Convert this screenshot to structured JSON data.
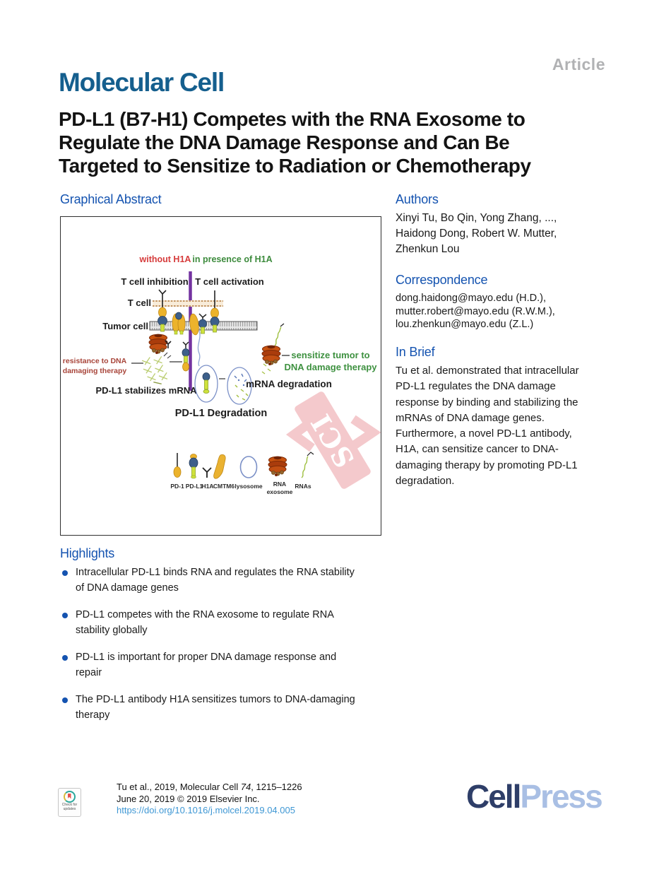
{
  "header": {
    "article_label": "Article",
    "journal_name": "Molecular Cell",
    "title_lines": [
      "PD-L1 (B7-H1) Competes with the RNA Exosome to",
      "Regulate the DNA Damage Response and Can Be",
      "Targeted to Sensitize to Radiation or Chemotherapy"
    ]
  },
  "graphical_abstract": {
    "heading": "Graphical Abstract",
    "figure": {
      "condition_left": "without H1A",
      "condition_right": "in presence of H1A",
      "outcome_left": "T cell inhibition",
      "outcome_right": "T cell activation",
      "t_cell_label": "T cell",
      "tumor_cell_label": "Tumor cell",
      "resistance_line1": "resistance to DNA",
      "resistance_line2": "damaging therapy",
      "stabilizes_label": "PD-L1 stabilizes mRNA",
      "degradation_label": "PD-L1 Degradation",
      "mrna_degradation_label": "mRNA degradation",
      "sensitize_line1": "sensitize tumor to",
      "sensitize_line2": "DNA damage therapy",
      "watermark": "SCI",
      "legend_labels": [
        "PD-1",
        "PD-L1",
        "H1A",
        "CMTM6",
        "lysosome",
        "RNA",
        "exosome",
        "RNAs"
      ]
    }
  },
  "authors_section": {
    "heading": "Authors",
    "lines": [
      "Xinyi Tu, Bo Qin, Yong Zhang, ...,",
      "Haidong Dong, Robert W. Mutter,",
      "Zhenkun Lou"
    ]
  },
  "correspondence_section": {
    "heading": "Correspondence",
    "lines": [
      "dong.haidong@mayo.edu (H.D.),",
      "mutter.robert@mayo.edu (R.W.M.),",
      "lou.zhenkun@mayo.edu (Z.L.)"
    ]
  },
  "in_brief_section": {
    "heading": "In Brief",
    "lines": [
      "Tu et al. demonstrated that intracellular",
      "PD-L1 regulates the DNA damage",
      "response by binding and stabilizing the",
      "mRNAs of DNA damage genes.",
      "Furthermore, a novel PD-L1 antibody,",
      "H1A, can sensitize cancer to DNA-",
      "damaging therapy by promoting PD-L1",
      "degradation."
    ]
  },
  "highlights_section": {
    "heading": "Highlights",
    "items": [
      [
        "Intracellular PD-L1 binds RNA and regulates the RNA stability",
        "of DNA damage genes"
      ],
      [
        "PD-L1 competes with the RNA exosome to regulate RNA",
        "stability globally"
      ],
      [
        "PD-L1 is important for proper DNA damage response and",
        "repair"
      ],
      [
        "The PD-L1 antibody H1A sensitizes tumors to DNA-damaging",
        "therapy"
      ]
    ]
  },
  "footer": {
    "badge_line1": "Check for",
    "badge_line2": "updates",
    "citation_prefix": "Tu et al., 2019, Molecular Cell ",
    "citation_volume": "74",
    "citation_suffix": ", 1215–1226",
    "citation_line2": "June 20, 2019 © 2019 Elsevier Inc.",
    "doi": "https://doi.org/10.1016/j.molcel.2019.04.005",
    "publisher_word1": "Cell",
    "publisher_word2": "Press"
  },
  "colors": {
    "heading_blue": "#1453b0",
    "journal_blue": "#155f8e",
    "article_gray": "#b1b2b4",
    "link_blue": "#3e97d4",
    "cellpress_dark": "#2e3e68",
    "cellpress_light": "#a9bfe4",
    "condition_red": "#d63b3b",
    "condition_green": "#3d8b3d",
    "resistance_red": "#a8453a",
    "divider_purple": "#7433a0"
  }
}
